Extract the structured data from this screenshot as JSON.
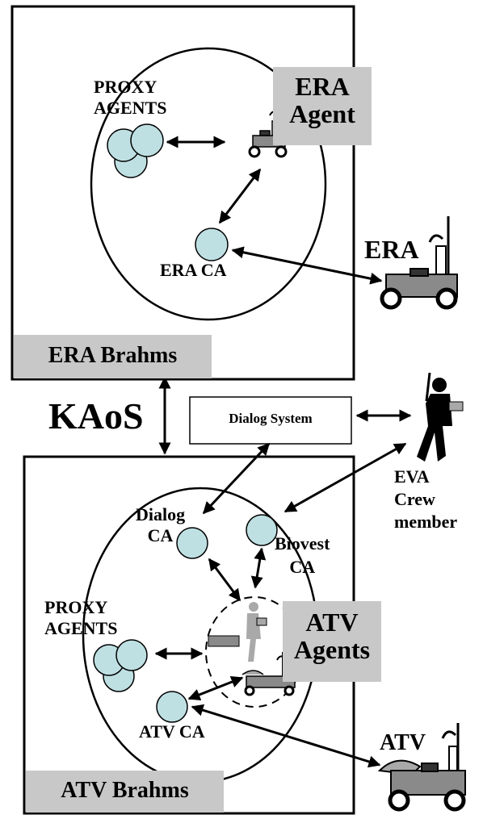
{
  "era_brahms": {
    "title": "ERA Brahms",
    "proxy_label_line1": "PROXY",
    "proxy_label_line2": "AGENTS",
    "agent_box_line1": "ERA",
    "agent_box_line2": "Agent",
    "ca_label": "ERA CA",
    "rover_label": "ERA"
  },
  "middle": {
    "kaos_label": "KAoS",
    "dialog_system_label": "Dialog System",
    "eva_line1": "EVA",
    "eva_line2": "Crew",
    "eva_line3": "member"
  },
  "atv_brahms": {
    "title": "ATV Brahms",
    "dialog_ca_line1": "Dialog",
    "dialog_ca_line2": "CA",
    "biovest_ca_line1": "Biovest",
    "biovest_ca_line2": "CA",
    "proxy_label_line1": "PROXY",
    "proxy_label_line2": "AGENTS",
    "agents_box_line1": "ATV",
    "agents_box_line2": "Agents",
    "ca_label": "ATV CA",
    "rover_label": "ATV"
  },
  "colors": {
    "agent_fill": "#bfe0e3",
    "label_box_fill": "#c8c8c8",
    "rover_body": "#8a8a8a",
    "line": "#000000"
  }
}
